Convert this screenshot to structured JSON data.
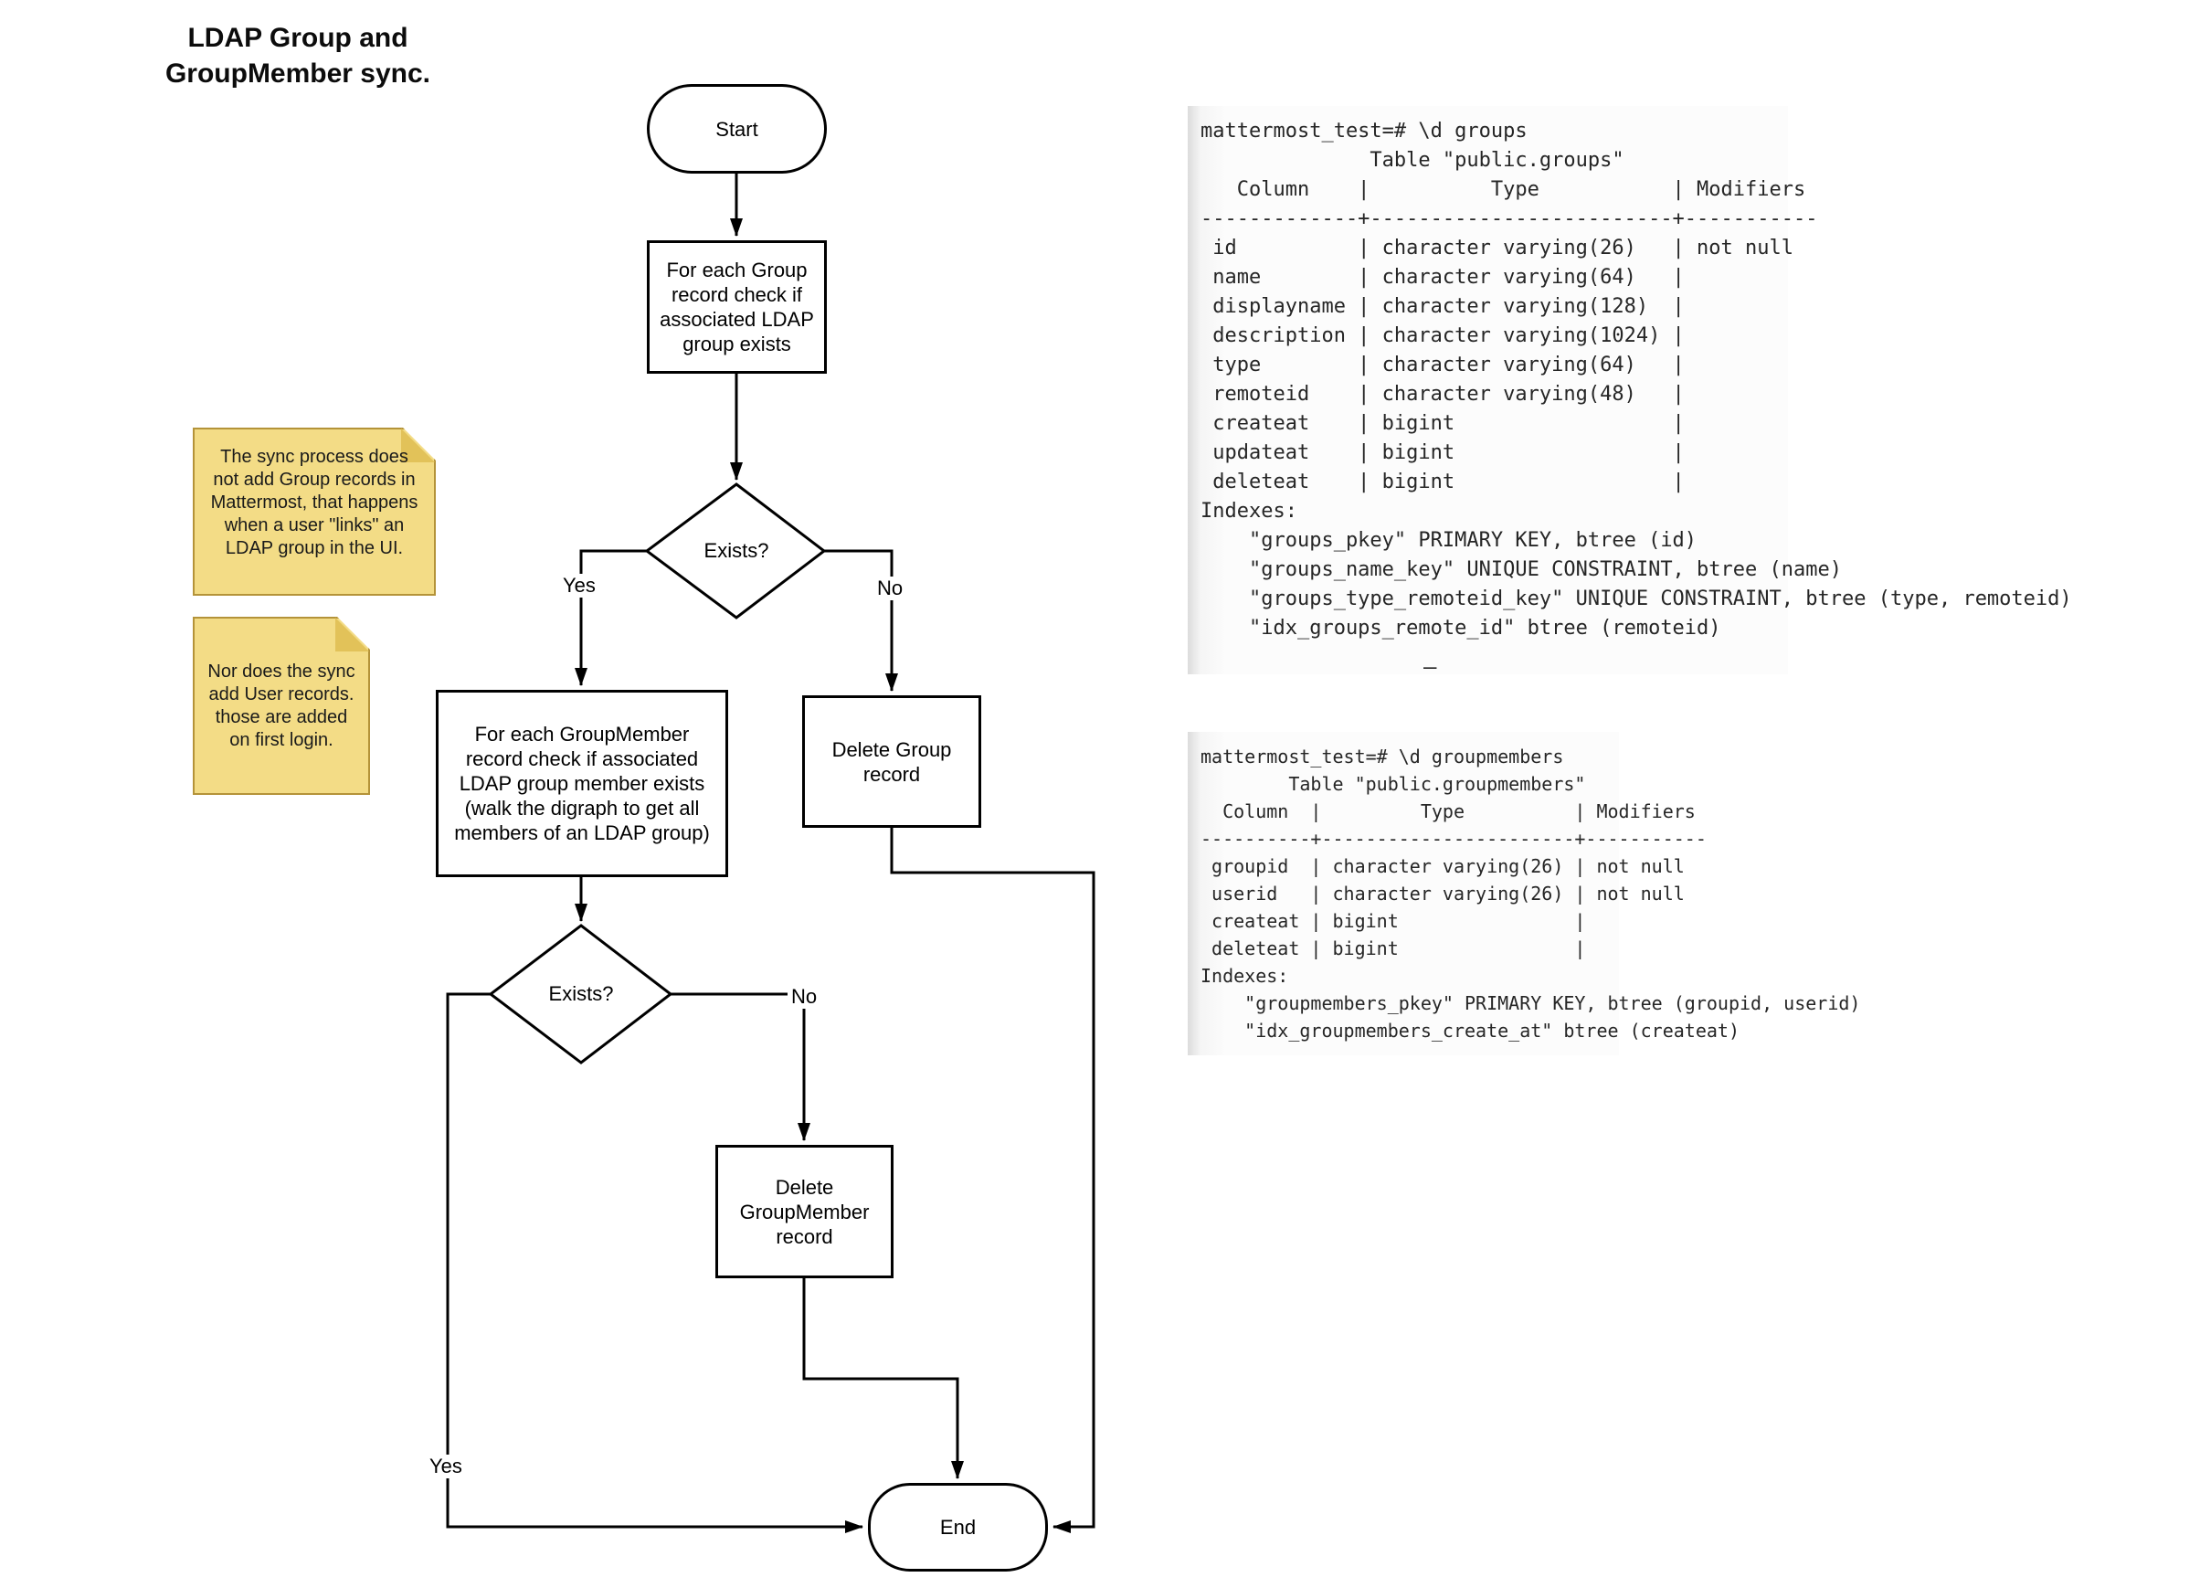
{
  "title": "LDAP Group and\nGroupMember sync.",
  "flowchart": {
    "start": "Start",
    "process_group_check": "For each Group record check if associated LDAP group exists",
    "decision_group_exists": "Exists?",
    "decision_group_yes": "Yes",
    "decision_group_no": "No",
    "process_member_check": "For each GroupMember record check if associated LDAP group member exists (walk the digraph to get all members of an LDAP group)",
    "delete_group": "Delete Group record",
    "decision_member_exists": "Exists?",
    "decision_member_yes": "Yes",
    "decision_member_no": "No",
    "delete_groupmember": "Delete GroupMember record",
    "end": "End"
  },
  "notes": [
    {
      "text": "The sync process does not add Group records in Mattermost, that happens when a user \"links\" an LDAP group in the UI."
    },
    {
      "text": "Nor does the sync add User records. those are added on first login."
    }
  ],
  "terminals": [
    {
      "text": "mattermost_test=# \\d groups\n              Table \"public.groups\"\n   Column    |          Type           | Modifiers\n-------------+-------------------------+-----------\n id          | character varying(26)   | not null\n name        | character varying(64)   |\n displayname | character varying(128)  |\n description | character varying(1024) |\n type        | character varying(64)   |\n remoteid    | character varying(48)   |\n createat    | bigint                  |\n updateat    | bigint                  |\n deleteat    | bigint                  |\nIndexes:\n    \"groups_pkey\" PRIMARY KEY, btree (id)\n    \"groups_name_key\" UNIQUE CONSTRAINT, btree (name)\n    \"groups_type_remoteid_key\" UNIQUE CONSTRAINT, btree (type, remoteid)\n    \"idx_groups_remote_id\" btree (remoteid)"
    },
    {
      "text": "mattermost_test=# \\d groupmembers\n        Table \"public.groupmembers\"\n  Column  |         Type          | Modifiers\n----------+-----------------------+-----------\n groupid  | character varying(26) | not null\n userid   | character varying(26) | not null\n createat | bigint                |\n deleteat | bigint                |\nIndexes:\n    \"groupmembers_pkey\" PRIMARY KEY, btree (groupid, userid)\n    \"idx_groupmembers_create_at\" btree (createat)"
    }
  ],
  "cursor_dash": "–",
  "colors": {
    "line": "#000000",
    "note_bg": "#f3dc86",
    "note_fold": "#e2c259",
    "note_border": "#b49339",
    "terminal_text": "#262626"
  }
}
